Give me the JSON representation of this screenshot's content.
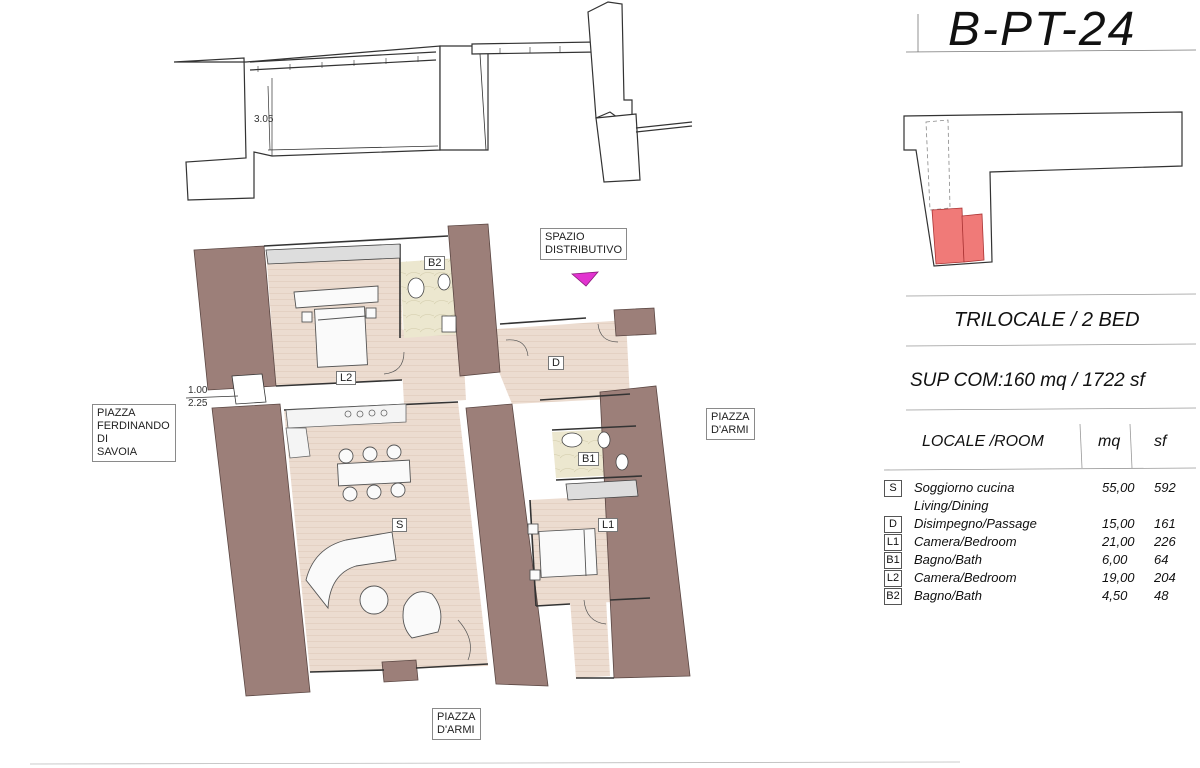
{
  "header": {
    "unit_code": "B-PT-24"
  },
  "summary": {
    "type_label": "TRILOCALE / 2 BED",
    "area_label": "SUP COM:160 mq / 1722 sf"
  },
  "table": {
    "col_room": "LOCALE /ROOM",
    "col_mq": "mq",
    "col_sf": "sf",
    "rows": [
      {
        "code": "S",
        "name": "Soggiorno cucina",
        "name2": "Living/Dining",
        "mq": "55,00",
        "sf": "592"
      },
      {
        "code": "D",
        "name": "Disimpegno/Passage",
        "mq": "15,00",
        "sf": "161"
      },
      {
        "code": "L1",
        "name": "Camera/Bedroom",
        "mq": "21,00",
        "sf": "226"
      },
      {
        "code": "B1",
        "name": "Bagno/Bath",
        "mq": "6,00",
        "sf": "64"
      },
      {
        "code": "L2",
        "name": "Camera/Bedroom",
        "mq": "19,00",
        "sf": "204"
      },
      {
        "code": "B2",
        "name": "Bagno/Bath",
        "mq": "4,50",
        "sf": "48"
      }
    ]
  },
  "labels": {
    "spazio": "SPAZIO",
    "distributivo": "DISTRIBUTIVO",
    "piazza_armi_right_1": "PIAZZA",
    "piazza_armi_right_2": "D'ARMI",
    "piazza_armi_bottom_1": "PIAZZA",
    "piazza_armi_bottom_2": "D'ARMI",
    "piazza_ferd_1": "PIAZZA",
    "piazza_ferd_2": "FERDINANDO",
    "piazza_ferd_3": "DI",
    "piazza_ferd_4": "SAVOIA",
    "height_dim": "3.05",
    "dim_a": "1.00",
    "dim_b": "2.25"
  },
  "rooms": {
    "S": "S",
    "D": "D",
    "L1": "L1",
    "L2": "L2",
    "B1": "B1",
    "B2": "B2"
  },
  "colors": {
    "wall": "#9c7f79",
    "floor": "#ecdcd0",
    "bath": "#ece7cf",
    "highlight": "#f07a78",
    "marker": "#e233d0"
  }
}
